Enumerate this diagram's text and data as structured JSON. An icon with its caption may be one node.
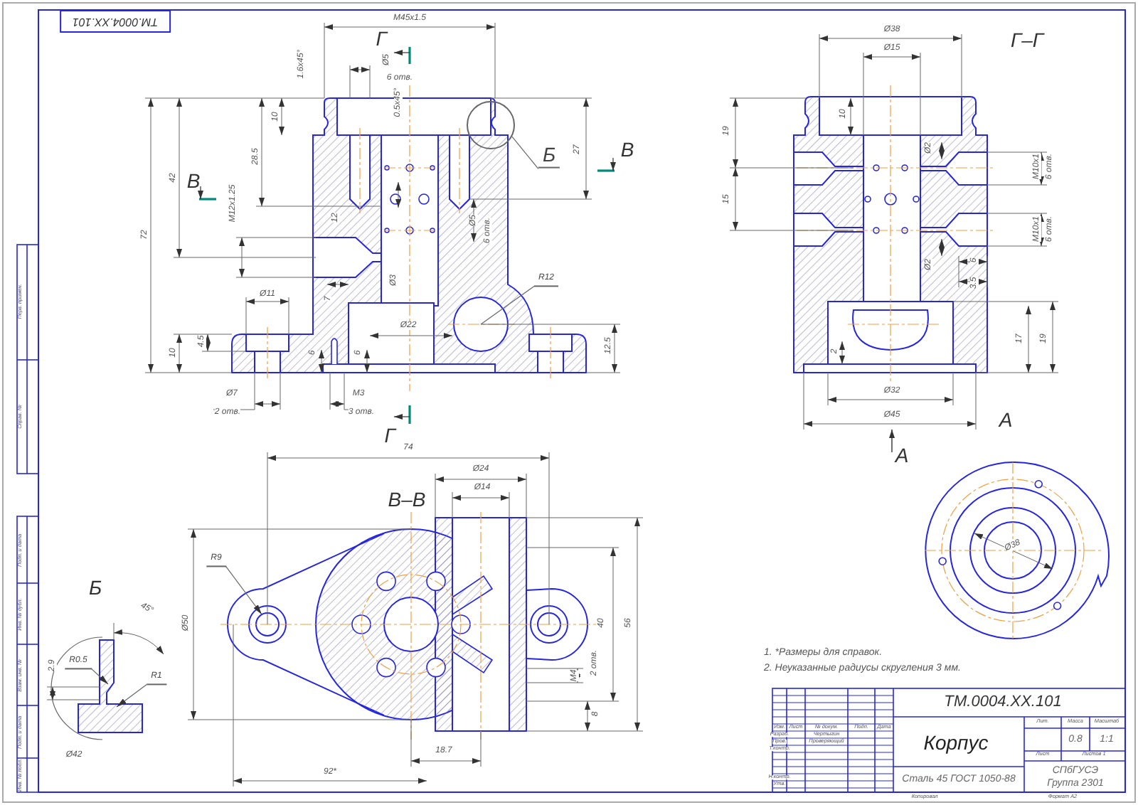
{
  "diagram": {
    "nodes": [
      {
        "text": [
          "Б"
        ]
      },
      {
        "text": [],
        "shape": "circle"
      },
      {
        "text": [
          "R12"
        ]
      },
      {
        "text": [
          "R9"
        ]
      },
      {
        "text": [
          "R1"
        ]
      },
      {
        "text": [
          "R0.5"
        ]
      }
    ],
    "edges": [
      {
        "from": 0,
        "to": 1,
        "arrow": "none"
      },
      {
        "from": 2,
        "to": null,
        "arrow": "none"
      },
      {
        "from": 3,
        "to": null,
        "arrow": "to"
      },
      {
        "from": 4,
        "to": null,
        "arrow": "to"
      },
      {
        "from": 5,
        "to": null,
        "arrow": "to"
      }
    ],
    "labels": [
      "ТМ.0004.ХХ.101",
      "М45х1.5",
      "Г",
      "Ø5",
      "6 отв.",
      "1.6х45°",
      "0.5х45°",
      "10",
      "28.5",
      "42",
      "72",
      "В",
      "М12х1.25",
      "12",
      "Ø5",
      "6 отв.",
      "27",
      "В",
      "Ø3",
      "7",
      "Ø11",
      "4.5",
      "10",
      "Ø22",
      "6",
      "6",
      "12.5",
      "Ø7",
      "2 отв.",
      "М3",
      "3 отв.",
      "Г",
      "Г–Г",
      "Ø38",
      "Ø15",
      "19",
      "10",
      "15",
      "Ø2",
      "М10х1",
      "6 отв.",
      "М10х1",
      "6 отв.",
      "Ø2",
      "6",
      "3.5",
      "17",
      "19",
      "2",
      "Ø32",
      "Ø45",
      "А",
      "А",
      "Ø38",
      "74",
      "Ø24",
      "Ø14",
      "В–В",
      "Ø50",
      "40",
      "56",
      "М4",
      "2 отв.",
      "8",
      "18.7",
      "92*",
      "Б",
      "45°",
      "2.9",
      "Ø42",
      "1. *Размеры для справок.",
      "2. Неуказанные радиусы скругления 3 мм.",
      "ТМ.0004.ХХ.101",
      "Изм.",
      "Лист",
      "№ докум.",
      "Подп.",
      "Дата",
      "Разраб.",
      "Чертыгин",
      "Пров.",
      "Проверяющий",
      "Т.контр.",
      "Н.контр.",
      "Утв.",
      "Корпус",
      "Лит.",
      "Масса",
      "Масштаб",
      "0.8",
      "1:1",
      "Лист",
      "Листов 1",
      "Сталь 45 ГОСТ 1050-88",
      "СПбГУСЭ",
      "Группа 2301",
      "Копировал",
      "Формат А2",
      "Перв. примен.",
      "Справ. №",
      "Подп. и дата",
      "Инв. № дубл.",
      "Взам. инв. №",
      "Подп. и дата",
      "Инв. № подл."
    ]
  }
}
